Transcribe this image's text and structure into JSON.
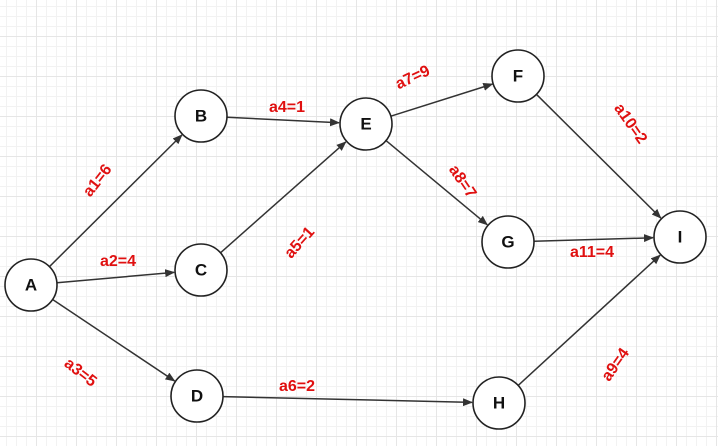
{
  "colors": {
    "label": "#e01010",
    "edge": "#333333",
    "node_stroke": "#222222"
  },
  "nodes": [
    {
      "id": "A",
      "label": "A"
    },
    {
      "id": "B",
      "label": "B"
    },
    {
      "id": "C",
      "label": "C"
    },
    {
      "id": "D",
      "label": "D"
    },
    {
      "id": "E",
      "label": "E"
    },
    {
      "id": "F",
      "label": "F"
    },
    {
      "id": "G",
      "label": "G"
    },
    {
      "id": "H",
      "label": "H"
    },
    {
      "id": "I",
      "label": "I"
    }
  ],
  "edges": [
    {
      "id": "a1",
      "from": "A",
      "to": "B",
      "label": "a1=6"
    },
    {
      "id": "a2",
      "from": "A",
      "to": "C",
      "label": "a2=4"
    },
    {
      "id": "a3",
      "from": "A",
      "to": "D",
      "label": "a3=5"
    },
    {
      "id": "a4",
      "from": "B",
      "to": "E",
      "label": "a4=1"
    },
    {
      "id": "a5",
      "from": "C",
      "to": "E",
      "label": "a5=1"
    },
    {
      "id": "a6",
      "from": "D",
      "to": "H",
      "label": "a6=2"
    },
    {
      "id": "a7",
      "from": "E",
      "to": "F",
      "label": "a7=9"
    },
    {
      "id": "a8",
      "from": "E",
      "to": "G",
      "label": "a8=7"
    },
    {
      "id": "a9",
      "from": "H",
      "to": "I",
      "label": "a9=4"
    },
    {
      "id": "a10",
      "from": "F",
      "to": "I",
      "label": "a10=2"
    },
    {
      "id": "a11",
      "from": "G",
      "to": "I",
      "label": "a11=4"
    }
  ]
}
